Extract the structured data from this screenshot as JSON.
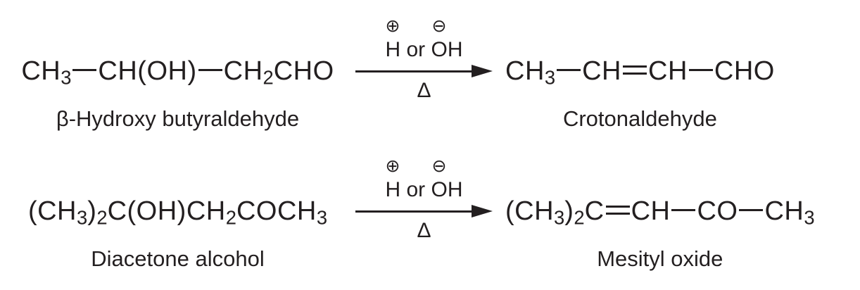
{
  "colors": {
    "ink": "#231f20",
    "background": "#ffffff"
  },
  "icons": {
    "plus_charge": "circled-plus",
    "minus_charge": "circled-minus",
    "arrow": "right-arrow"
  },
  "reactions": [
    {
      "reactant": {
        "formula": [
          {
            "t": "CH"
          },
          {
            "t": "3",
            "sub": true
          },
          {
            "bond": "single"
          },
          {
            "t": "CH(OH)"
          },
          {
            "bond": "single"
          },
          {
            "t": "CH"
          },
          {
            "t": "2",
            "sub": true
          },
          {
            "t": "CHO"
          }
        ],
        "label": "β-Hydroxy butyraldehyde"
      },
      "arrow": {
        "plus_charge": "⊕",
        "minus_charge": "⊖",
        "reagents": "H or OH",
        "condition": "Δ"
      },
      "product": {
        "formula": [
          {
            "t": "CH"
          },
          {
            "t": "3",
            "sub": true
          },
          {
            "bond": "single"
          },
          {
            "t": "CH"
          },
          {
            "bond": "double"
          },
          {
            "t": "CH"
          },
          {
            "bond": "single"
          },
          {
            "t": "CHO"
          }
        ],
        "label": "Crotonaldehyde"
      }
    },
    {
      "reactant": {
        "formula": [
          {
            "t": "(CH"
          },
          {
            "t": "3",
            "sub": true
          },
          {
            "t": ")"
          },
          {
            "t": "2",
            "sub": true
          },
          {
            "t": "C(OH)CH"
          },
          {
            "t": "2",
            "sub": true
          },
          {
            "t": "COCH"
          },
          {
            "t": "3",
            "sub": true
          }
        ],
        "label": "Diacetone alcohol"
      },
      "arrow": {
        "plus_charge": "⊕",
        "minus_charge": "⊖",
        "reagents": "H or OH",
        "condition": "Δ"
      },
      "product": {
        "formula": [
          {
            "t": "(CH"
          },
          {
            "t": "3",
            "sub": true
          },
          {
            "t": ")"
          },
          {
            "t": "2",
            "sub": true
          },
          {
            "t": "C"
          },
          {
            "bond": "double"
          },
          {
            "t": "CH"
          },
          {
            "bond": "single"
          },
          {
            "t": "CO"
          },
          {
            "bond": "single"
          },
          {
            "t": "CH"
          },
          {
            "t": "3",
            "sub": true
          }
        ],
        "label": "Mesityl oxide"
      }
    }
  ]
}
